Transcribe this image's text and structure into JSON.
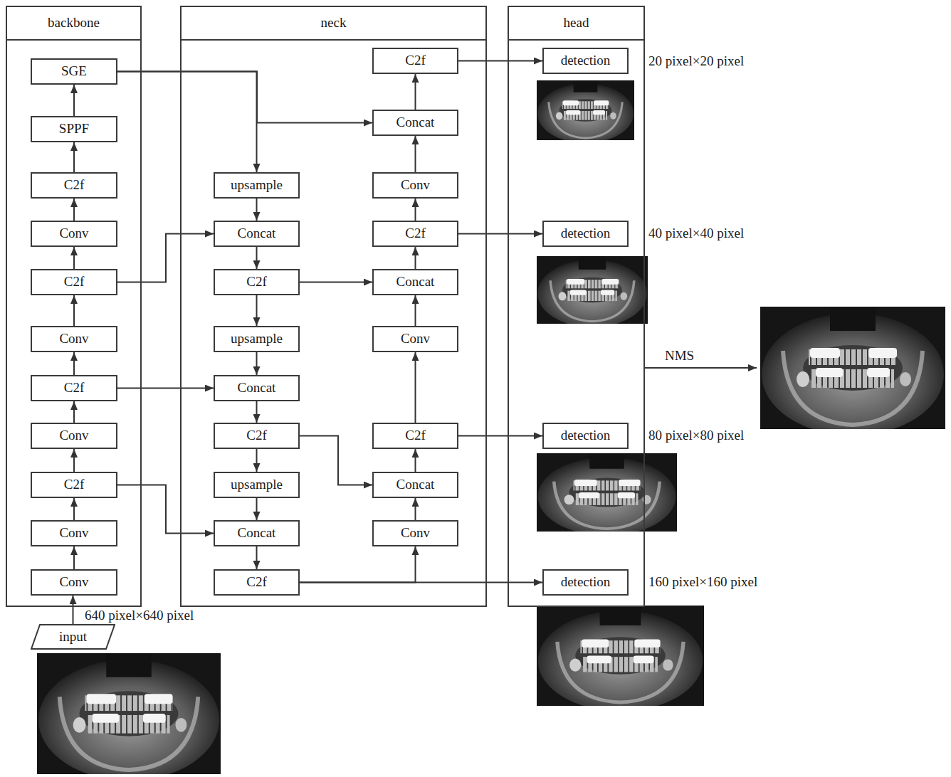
{
  "diagram": {
    "nodes": [
      {
        "text": [
          "backbone"
        ]
      },
      {
        "text": [
          "neck"
        ]
      },
      {
        "text": [
          "head"
        ]
      },
      {
        "text": [
          "SGE"
        ],
        "in": 0
      },
      {
        "text": [
          "SPPF"
        ],
        "in": 0
      },
      {
        "text": [
          "C2f"
        ],
        "in": 0
      },
      {
        "text": [
          "Conv"
        ],
        "in": 0
      },
      {
        "text": [
          "C2f"
        ],
        "in": 0
      },
      {
        "text": [
          "Conv"
        ],
        "in": 0
      },
      {
        "text": [
          "C2f"
        ],
        "in": 0
      },
      {
        "text": [
          "Conv"
        ],
        "in": 0
      },
      {
        "text": [
          "C2f"
        ],
        "in": 0
      },
      {
        "text": [
          "Conv"
        ],
        "in": 0
      },
      {
        "text": [
          "Conv"
        ],
        "in": 0
      },
      {
        "text": [
          "upsample"
        ],
        "in": 1
      },
      {
        "text": [
          "Concat"
        ],
        "in": 1
      },
      {
        "text": [
          "C2f"
        ],
        "in": 1
      },
      {
        "text": [
          "upsample"
        ],
        "in": 1
      },
      {
        "text": [
          "Concat"
        ],
        "in": 1
      },
      {
        "text": [
          "C2f"
        ],
        "in": 1
      },
      {
        "text": [
          "upsample"
        ],
        "in": 1
      },
      {
        "text": [
          "Concat"
        ],
        "in": 1
      },
      {
        "text": [
          "C2f"
        ],
        "in": 1
      },
      {
        "text": [
          "C2f"
        ],
        "in": 1
      },
      {
        "text": [
          "Concat"
        ],
        "in": 1
      },
      {
        "text": [
          "Conv"
        ],
        "in": 1
      },
      {
        "text": [
          "C2f"
        ],
        "in": 1
      },
      {
        "text": [
          "Concat"
        ],
        "in": 1
      },
      {
        "text": [
          "Conv"
        ],
        "in": 1
      },
      {
        "text": [
          "C2f"
        ],
        "in": 1
      },
      {
        "text": [
          "Concat"
        ],
        "in": 1
      },
      {
        "text": [
          "Conv"
        ],
        "in": 1
      },
      {
        "text": [
          "detection"
        ],
        "in": 2
      },
      {
        "text": [
          "detection"
        ],
        "in": 2
      },
      {
        "text": [
          "detection"
        ],
        "in": 2
      },
      {
        "text": [
          "detection"
        ],
        "in": 2
      },
      {
        "text": [
          "input"
        ]
      }
    ],
    "edges": [
      {
        "from": 36,
        "to": 13,
        "arrow": "to"
      },
      {
        "from": 13,
        "to": 12,
        "arrow": "to"
      },
      {
        "from": 12,
        "to": 11,
        "arrow": "to"
      },
      {
        "from": 11,
        "to": 10,
        "arrow": "to"
      },
      {
        "from": 10,
        "to": 9,
        "arrow": "to"
      },
      {
        "from": 9,
        "to": 8,
        "arrow": "to"
      },
      {
        "from": 8,
        "to": 7,
        "arrow": "to"
      },
      {
        "from": 7,
        "to": 6,
        "arrow": "to"
      },
      {
        "from": 6,
        "to": 5,
        "arrow": "to"
      },
      {
        "from": 5,
        "to": 4,
        "arrow": "to"
      },
      {
        "from": 4,
        "to": 3,
        "arrow": "to"
      },
      {
        "from": 3,
        "to": 14,
        "arrow": "to"
      },
      {
        "from": 3,
        "to": 24,
        "arrow": "to"
      },
      {
        "from": 7,
        "to": 15,
        "arrow": "to"
      },
      {
        "from": 9,
        "to": 18,
        "arrow": "to"
      },
      {
        "from": 11,
        "to": 21,
        "arrow": "to"
      },
      {
        "from": 14,
        "to": 15,
        "arrow": "to"
      },
      {
        "from": 15,
        "to": 16,
        "arrow": "to"
      },
      {
        "from": 16,
        "to": 17,
        "arrow": "to"
      },
      {
        "from": 17,
        "to": 18,
        "arrow": "to"
      },
      {
        "from": 18,
        "to": 19,
        "arrow": "to"
      },
      {
        "from": 19,
        "to": 20,
        "arrow": "to"
      },
      {
        "from": 20,
        "to": 21,
        "arrow": "to"
      },
      {
        "from": 21,
        "to": 22,
        "arrow": "to"
      },
      {
        "from": 16,
        "to": 27,
        "arrow": "to"
      },
      {
        "from": 19,
        "to": 30,
        "arrow": "to"
      },
      {
        "from": 22,
        "to": 35,
        "arrow": "to"
      },
      {
        "from": 22,
        "to": 31,
        "arrow": "to"
      },
      {
        "from": 31,
        "to": 30,
        "arrow": "to"
      },
      {
        "from": 30,
        "to": 29,
        "arrow": "to"
      },
      {
        "from": 29,
        "to": 28,
        "arrow": "to"
      },
      {
        "from": 28,
        "to": 27,
        "arrow": "to"
      },
      {
        "from": 27,
        "to": 26,
        "arrow": "to"
      },
      {
        "from": 26,
        "to": 25,
        "arrow": "to"
      },
      {
        "from": 25,
        "to": 24,
        "arrow": "to"
      },
      {
        "from": 24,
        "to": 23,
        "arrow": "to"
      },
      {
        "from": 23,
        "to": 32,
        "arrow": "to"
      },
      {
        "from": 26,
        "to": 33,
        "arrow": "to"
      },
      {
        "from": 29,
        "to": 34,
        "arrow": "to"
      }
    ],
    "labels": [
      "20 pixel×20 pixel",
      "40 pixel×40 pixel",
      "NMS",
      "80 pixel×80 pixel",
      "160 pixel×160 pixel",
      "640 pixel×640 pixel"
    ]
  }
}
